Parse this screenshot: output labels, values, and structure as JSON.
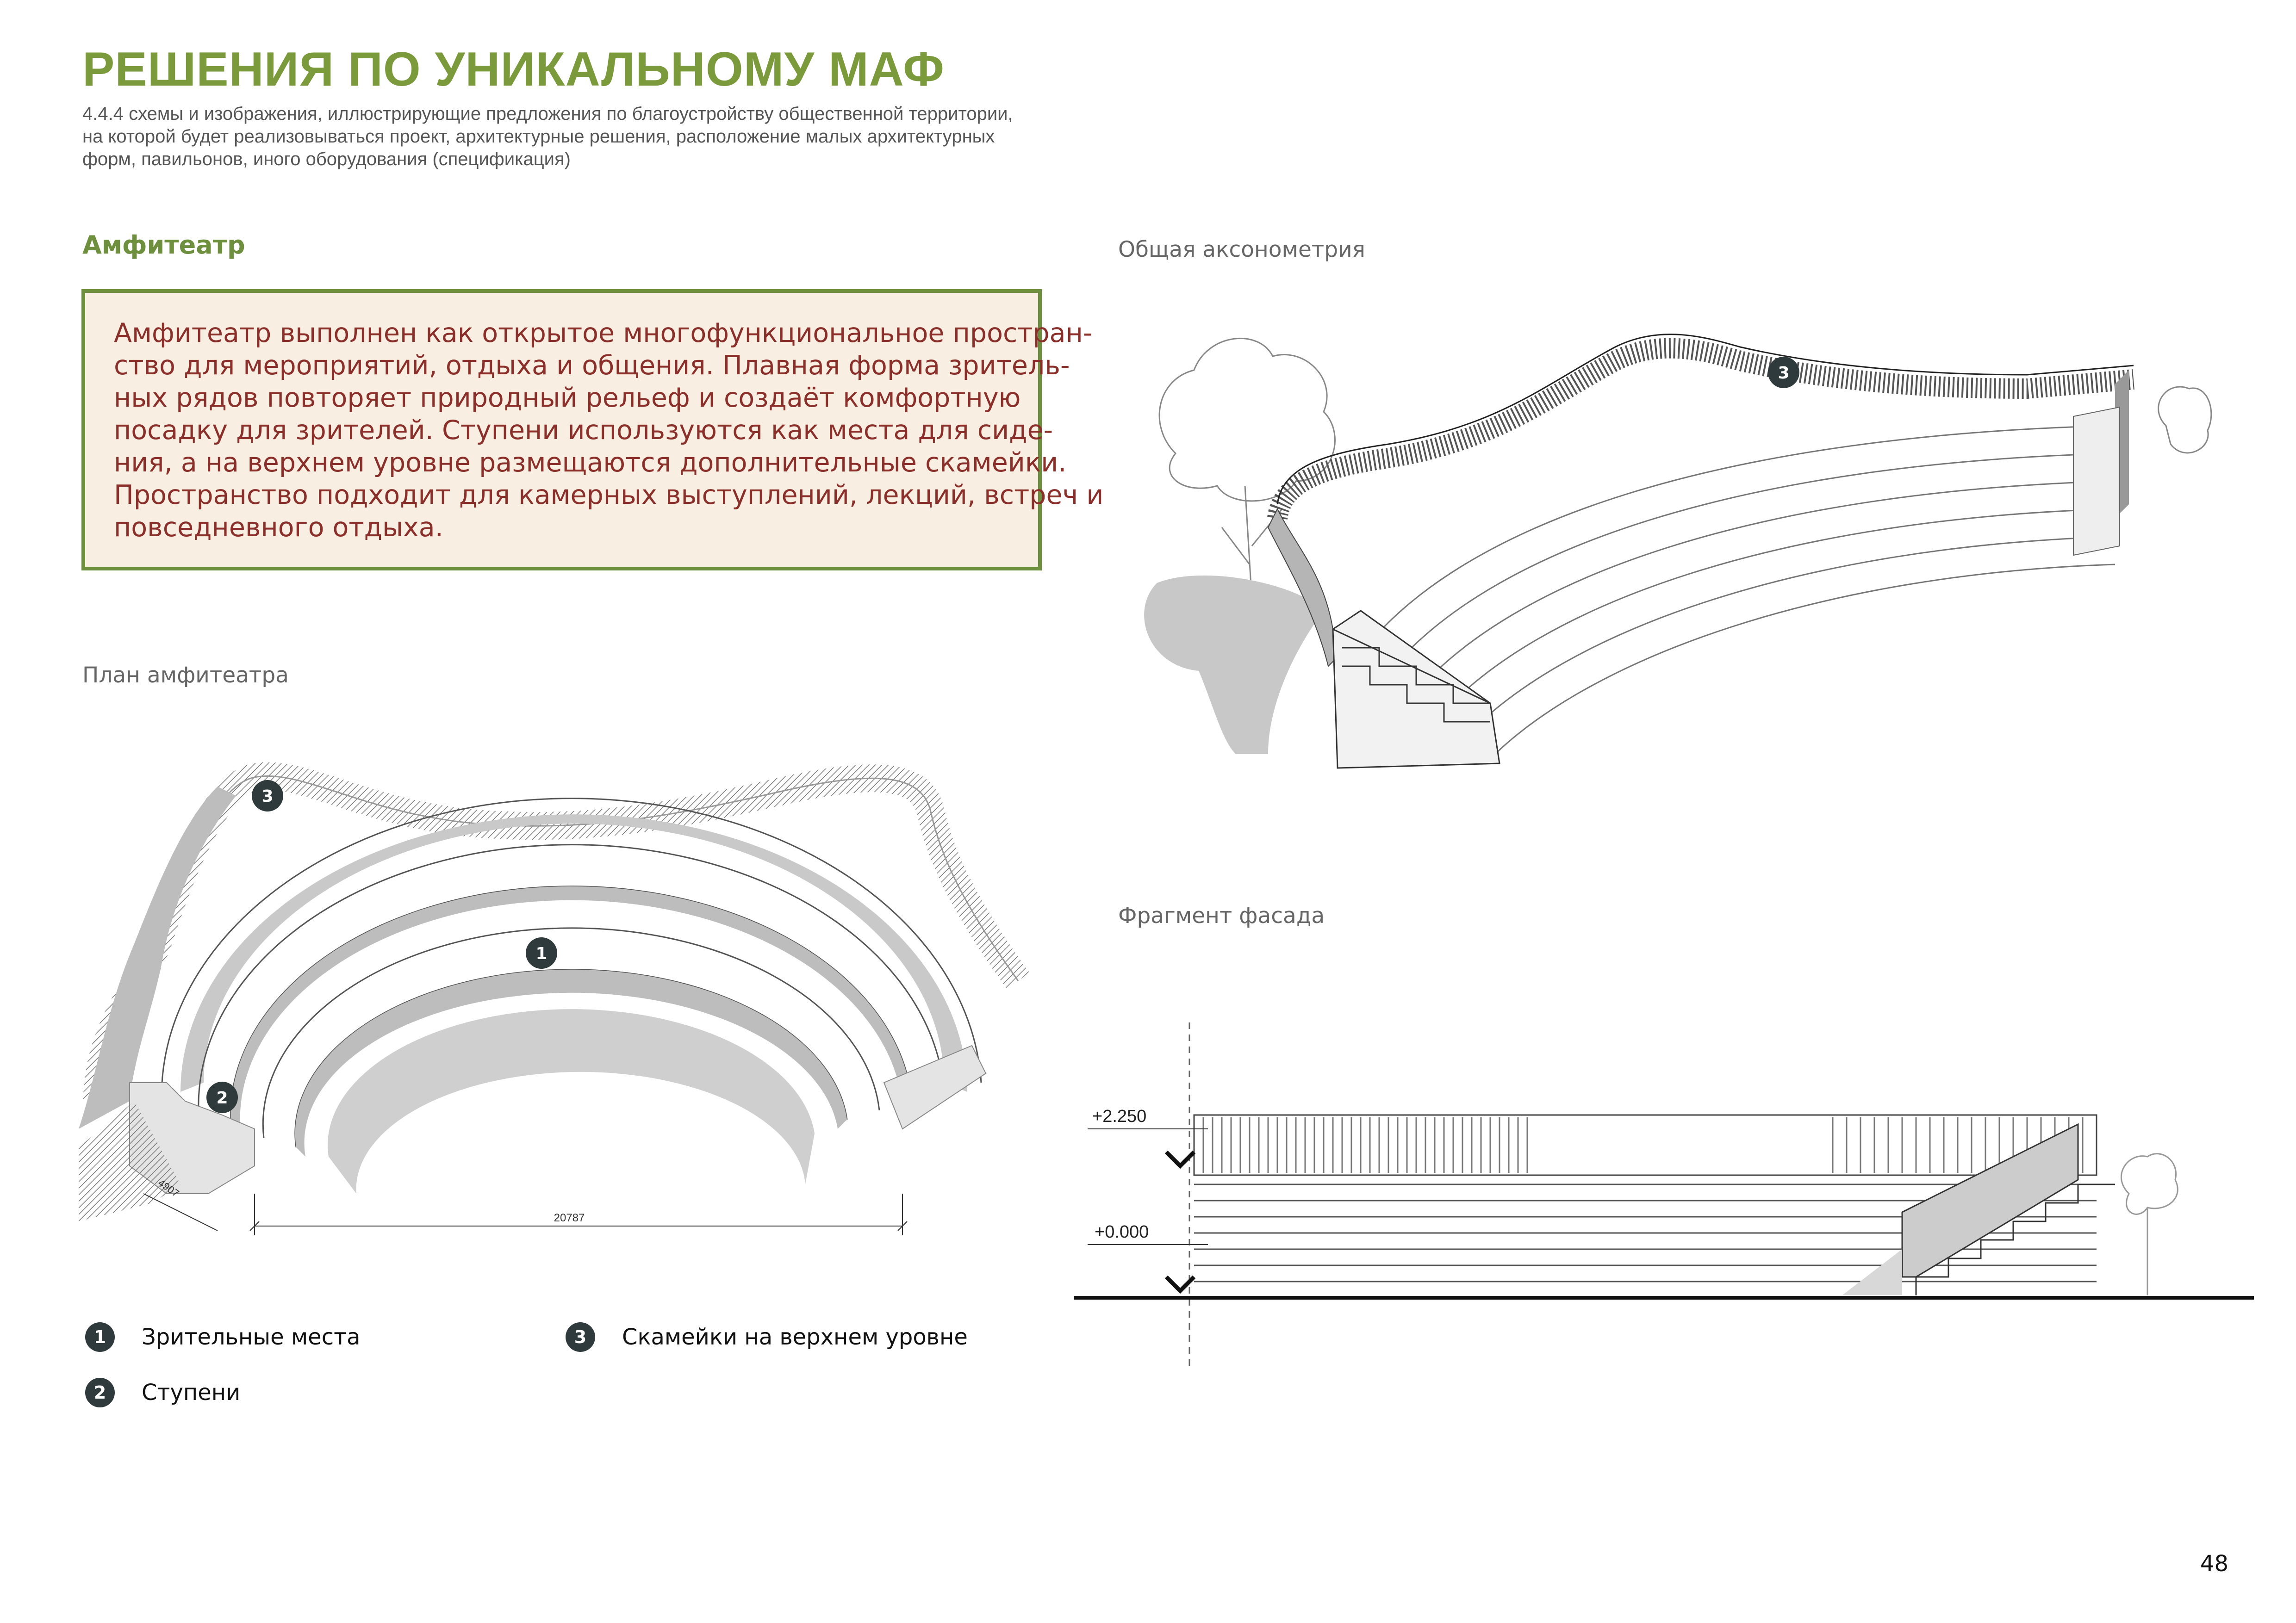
{
  "header": {
    "title": "РЕШЕНИЯ ПО УНИКАЛЬНОМУ МАФ",
    "subtitle_lines": [
      "4.4.4 схемы и изображения, иллюстрирующие предложения по благоустройству общественной территории,",
      "на которой будет реализовываться проект, архитектурные решения, расположение малых архитектурных",
      "форм, павильонов, иного оборудования (спецификация)"
    ]
  },
  "section": {
    "heading": "Амфитеатр",
    "description_lines": [
      "Амфитеатр выполнен как открытое многофункциональное простран-",
      "ство для мероприятий, отдыха и общения. Плавная форма зритель-",
      "ных рядов повторяет природный рельеф и создаёт комфортную",
      "посадку для зрителей. Ступени используются как места для сиде-",
      "ния, а на верхнем уровне размещаются дополнительные скамейки.",
      "Пространство подходит для камерных выступлений, лекций, встреч и",
      "повседневного отдыха."
    ]
  },
  "figures": {
    "plan": {
      "caption": "План амфитеатра",
      "dimension_main": "20787",
      "dimension_side": "4907",
      "markers": [
        "1",
        "2",
        "3"
      ]
    },
    "axonometry": {
      "caption": "Общая аксонометрия",
      "markers": [
        "3"
      ]
    },
    "facade": {
      "caption": "Фрагмент фасада",
      "level_top": "+2.250",
      "level_bottom": "+0.000"
    }
  },
  "legend": [
    {
      "number": "1",
      "label": "Зрительные места"
    },
    {
      "number": "2",
      "label": "Ступени"
    },
    {
      "number": "3",
      "label": "Скамейки на верхнем уровне"
    }
  ],
  "page_number": "48",
  "colors": {
    "title": "#7a9a3c",
    "accent_green": "#6e8f3e",
    "box_background": "#f8eee1",
    "box_text": "#8b2f2a",
    "marker": "#2f3a3c"
  }
}
